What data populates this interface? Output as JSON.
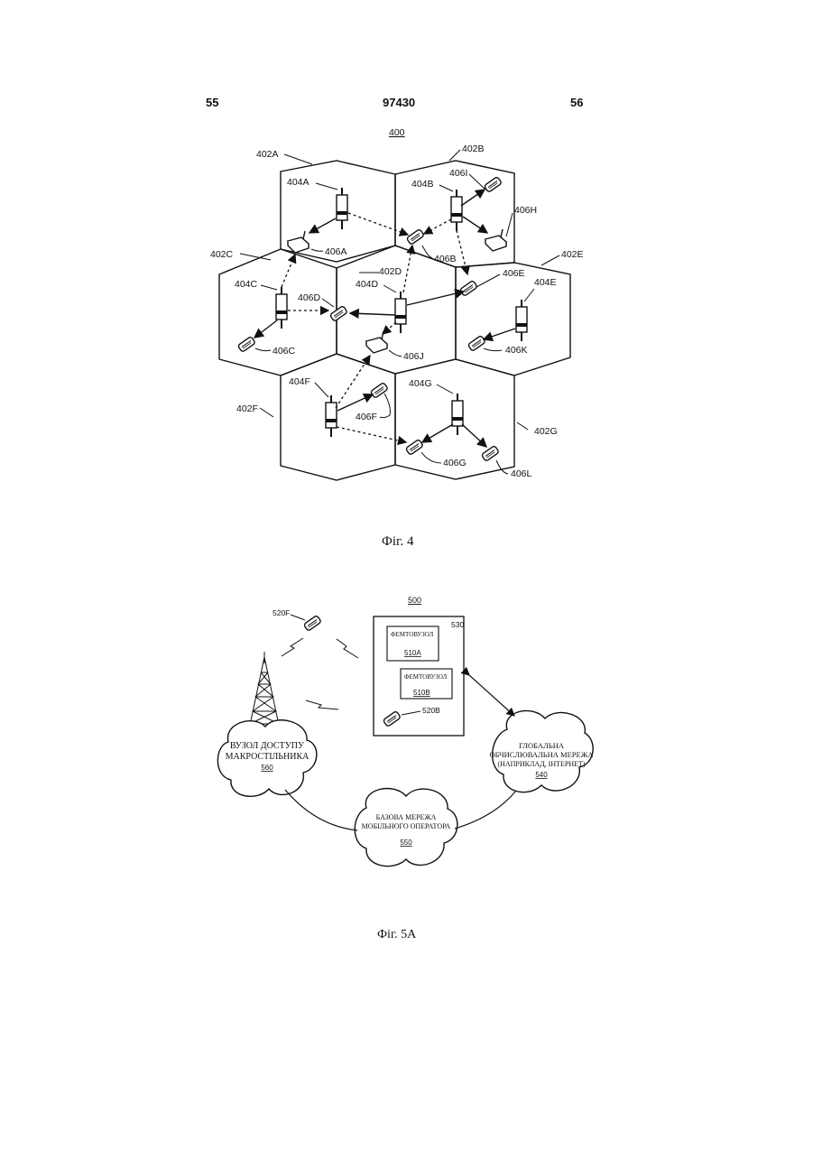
{
  "header": {
    "page_left": "55",
    "doc_number": "97430",
    "page_right": "56"
  },
  "fig4": {
    "figure_ref": "400",
    "cells": [
      "402A",
      "402B",
      "402C",
      "402D",
      "402E",
      "402F",
      "402G"
    ],
    "access_points": [
      "404A",
      "404B",
      "404C",
      "404D",
      "404E",
      "404F",
      "404G"
    ],
    "terminals": [
      "406A",
      "406B",
      "406C",
      "406D",
      "406E",
      "406F",
      "406G",
      "406H",
      "406I",
      "406J",
      "406K",
      "406L"
    ],
    "caption": "Фіг. 4"
  },
  "fig5a": {
    "figure_ref": "500",
    "building_ref": "530",
    "femto_a_title": "ФЕМТОВУЗОЛ",
    "femto_a_ref": "510A",
    "femto_b_title": "ФЕМТОВУЗОЛ",
    "femto_b_ref": "510B",
    "ue_f": "520F",
    "ue_b": "520B",
    "macro_line1": "ВУЗОЛ ДОСТУПУ",
    "macro_line2": "МАКРОСТІЛЬНИКА",
    "macro_ref": "560",
    "wan_line1": "ГЛОБАЛЬНА",
    "wan_line2": "ОБЧИСЛЮВАЛЬНА МЕРЕЖА",
    "wan_line3": "(НАПРИКЛАД, ІНТЕРНЕТ)",
    "wan_ref": "540",
    "core_line1": "БАЗОВА МЕРЕЖА",
    "core_line2": "МОБІЛЬНОГО ОПЕРАТОРА",
    "core_ref": "550",
    "caption": "Фіг. 5A"
  }
}
